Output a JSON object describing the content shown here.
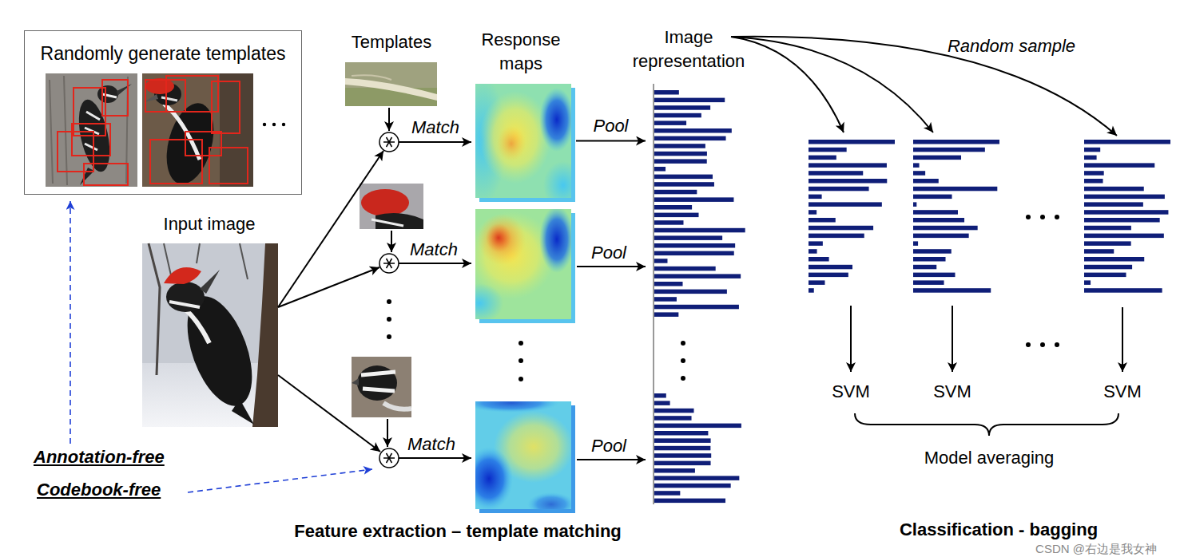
{
  "diagram": {
    "nodes": [
      {
        "text": [
          "Randomly generate templates"
        ]
      },
      {
        "text": [
          "Input image"
        ]
      },
      {
        "text": [
          "Templates"
        ]
      },
      {
        "text": [
          "Response maps"
        ]
      },
      {
        "text": [
          "Image representation"
        ]
      },
      {
        "text": [
          "SVM"
        ]
      },
      {
        "text": [
          "SVM"
        ]
      },
      {
        "text": [
          "SVM"
        ]
      },
      {
        "text": [
          "Annotation-free"
        ]
      },
      {
        "text": [
          "Codebook-free"
        ]
      }
    ],
    "edges": [
      {
        "from": 8,
        "to": 0,
        "arrow": "to"
      },
      {
        "from": 3,
        "to": 4,
        "label": "Pool",
        "arrow": "to"
      }
    ],
    "labels": [
      "Match",
      "Match",
      "Match",
      "Pool",
      "Pool",
      "Random sample",
      "Model averaging",
      "Feature extraction – template matching",
      "Classification - bagging",
      "CSDN @右边是我女神"
    ]
  }
}
